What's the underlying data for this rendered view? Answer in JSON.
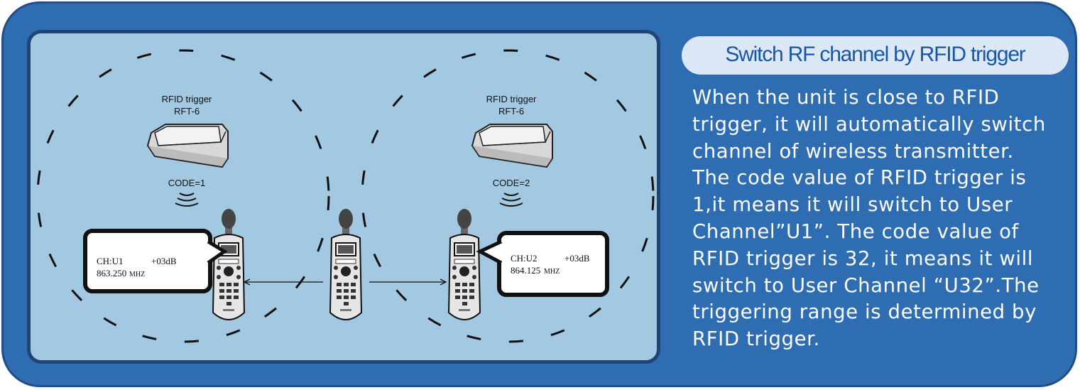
{
  "title": "Switch RF channel by RFID trigger",
  "description_lines": [
    "When the unit is close to RFID",
    "trigger, it will automatically switch",
    "channel of wireless transmitter.",
    "The code value of RFID trigger is",
    "1,it means it will switch to User",
    "Channel”U1”. The code value of",
    "RFID trigger is 32, it means it will",
    "switch to User Channel “U32”.The",
    "triggering range is determined by",
    "RFID trigger."
  ],
  "triggers": [
    {
      "name": "RFID trigger",
      "model": "RFT-6",
      "code": "CODE=1"
    },
    {
      "name": "RFID trigger",
      "model": "RFT-6",
      "code": "CODE=2"
    }
  ],
  "displays": [
    {
      "channel": "CH:U1",
      "gain": "+03dB",
      "freq": "863.250",
      "unit": "MHZ"
    },
    {
      "channel": "CH:U2",
      "gain": "+03dB",
      "freq": "864.125",
      "unit": "MHZ"
    }
  ],
  "colors": {
    "panel": "#2f6db3",
    "diagram_bg": "#a3c8e2",
    "title_text": "#1657a6"
  }
}
